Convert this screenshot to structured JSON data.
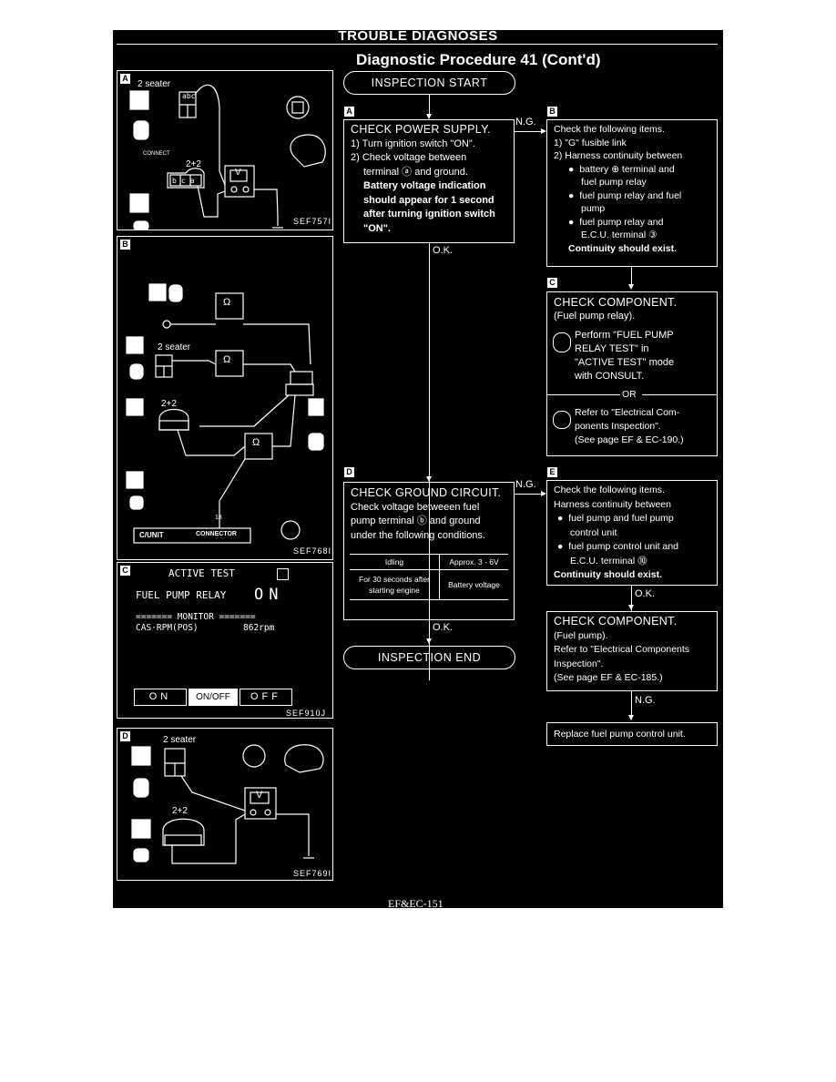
{
  "page": {
    "header": "TROUBLE DIAGNOSES",
    "subtitle": "Diagnostic Procedure 41 (Cont'd)",
    "footer": "EF&EC-151"
  },
  "flow": {
    "start": "INSPECTION START",
    "end": "INSPECTION END",
    "ng": "N.G.",
    "ok": "O.K.",
    "or": "OR"
  },
  "step_a": {
    "tag": "A",
    "title": "CHECK POWER SUPPLY.",
    "lines": [
      "1) Turn ignition switch \"ON\".",
      "2) Check voltage between",
      "terminal ⓐ and ground."
    ],
    "bold_lines": [
      "Battery voltage indication",
      "should appear for 1 second",
      "after turning ignition switch",
      "\"ON\"."
    ]
  },
  "step_b": {
    "tag": "B",
    "intro": [
      "Check the following items.",
      "1) \"G\" fusible link",
      "2) Harness continuity between"
    ],
    "bullets": [
      "battery ⊕ terminal and",
      "fuel pump relay",
      "fuel pump relay and fuel",
      "pump",
      "fuel pump relay and",
      "E.C.U. terminal ③"
    ],
    "result": "Continuity should exist."
  },
  "step_c": {
    "tag": "C",
    "title": "CHECK COMPONENT.",
    "sub": "(Fuel pump relay).",
    "consult": [
      "Perform \"FUEL PUMP",
      "RELAY TEST\" in",
      "\"ACTIVE TEST\" mode",
      "with CONSULT."
    ],
    "alt": [
      "Refer to \"Electrical Com-",
      "ponents Inspection\".",
      "(See page EF & EC-190.)"
    ]
  },
  "step_d": {
    "tag": "D",
    "title": "CHECK GROUND CIRCUIT.",
    "lines": [
      "Check voltage betweeen fuel",
      "pump terminal ⓑ and ground",
      "under the following conditions."
    ],
    "table": [
      [
        "Idling",
        "Approx. 3 - 6V"
      ],
      [
        "For 30 seconds after starting engine",
        "Battery voltage"
      ]
    ]
  },
  "step_e": {
    "tag": "E",
    "intro": [
      "Check the following items.",
      "Harness continuity between"
    ],
    "bullets": [
      "fuel pump and fuel pump",
      "control unit",
      "fuel pump control unit and",
      "E.C.U. terminal ⓾"
    ],
    "result": "Continuity should exist."
  },
  "step_f": {
    "title": "CHECK COMPONENT.",
    "lines": [
      "(Fuel pump).",
      "Refer to \"Electrical Components",
      "Inspection\".",
      "(See page EF & EC-185.)"
    ]
  },
  "step_g": {
    "text": "Replace fuel pump control unit."
  },
  "figures": {
    "a": {
      "tag": "A",
      "label": "2 seater",
      "label2": "2+2",
      "code": "SEF757I",
      "meter": "V",
      "terms_top": [
        "a",
        "b",
        "c"
      ],
      "terms_bottom": [
        "b",
        "c",
        "a"
      ]
    },
    "b": {
      "tag": "B",
      "label": "2 seater",
      "label2": "2+2",
      "code": "SEF768I",
      "meter": "Ω",
      "ecu": "C/UNIT",
      "conn": "CONNECTOR",
      "pin": "18"
    },
    "c": {
      "tag": "C",
      "code": "SEF910J",
      "screen_title": "ACTIVE TEST",
      "item": "FUEL PUMP RELAY",
      "state": "ON",
      "monitor": "======= MONITOR =======",
      "sensor": "CAS·RPM(POS)",
      "sensor_val": "862rpm",
      "buttons": [
        "ON",
        "ON/OFF",
        "OFF"
      ]
    },
    "d": {
      "tag": "D",
      "label": "2 seater",
      "label2": "2+2",
      "code": "SEF769I",
      "meter": "V"
    }
  }
}
